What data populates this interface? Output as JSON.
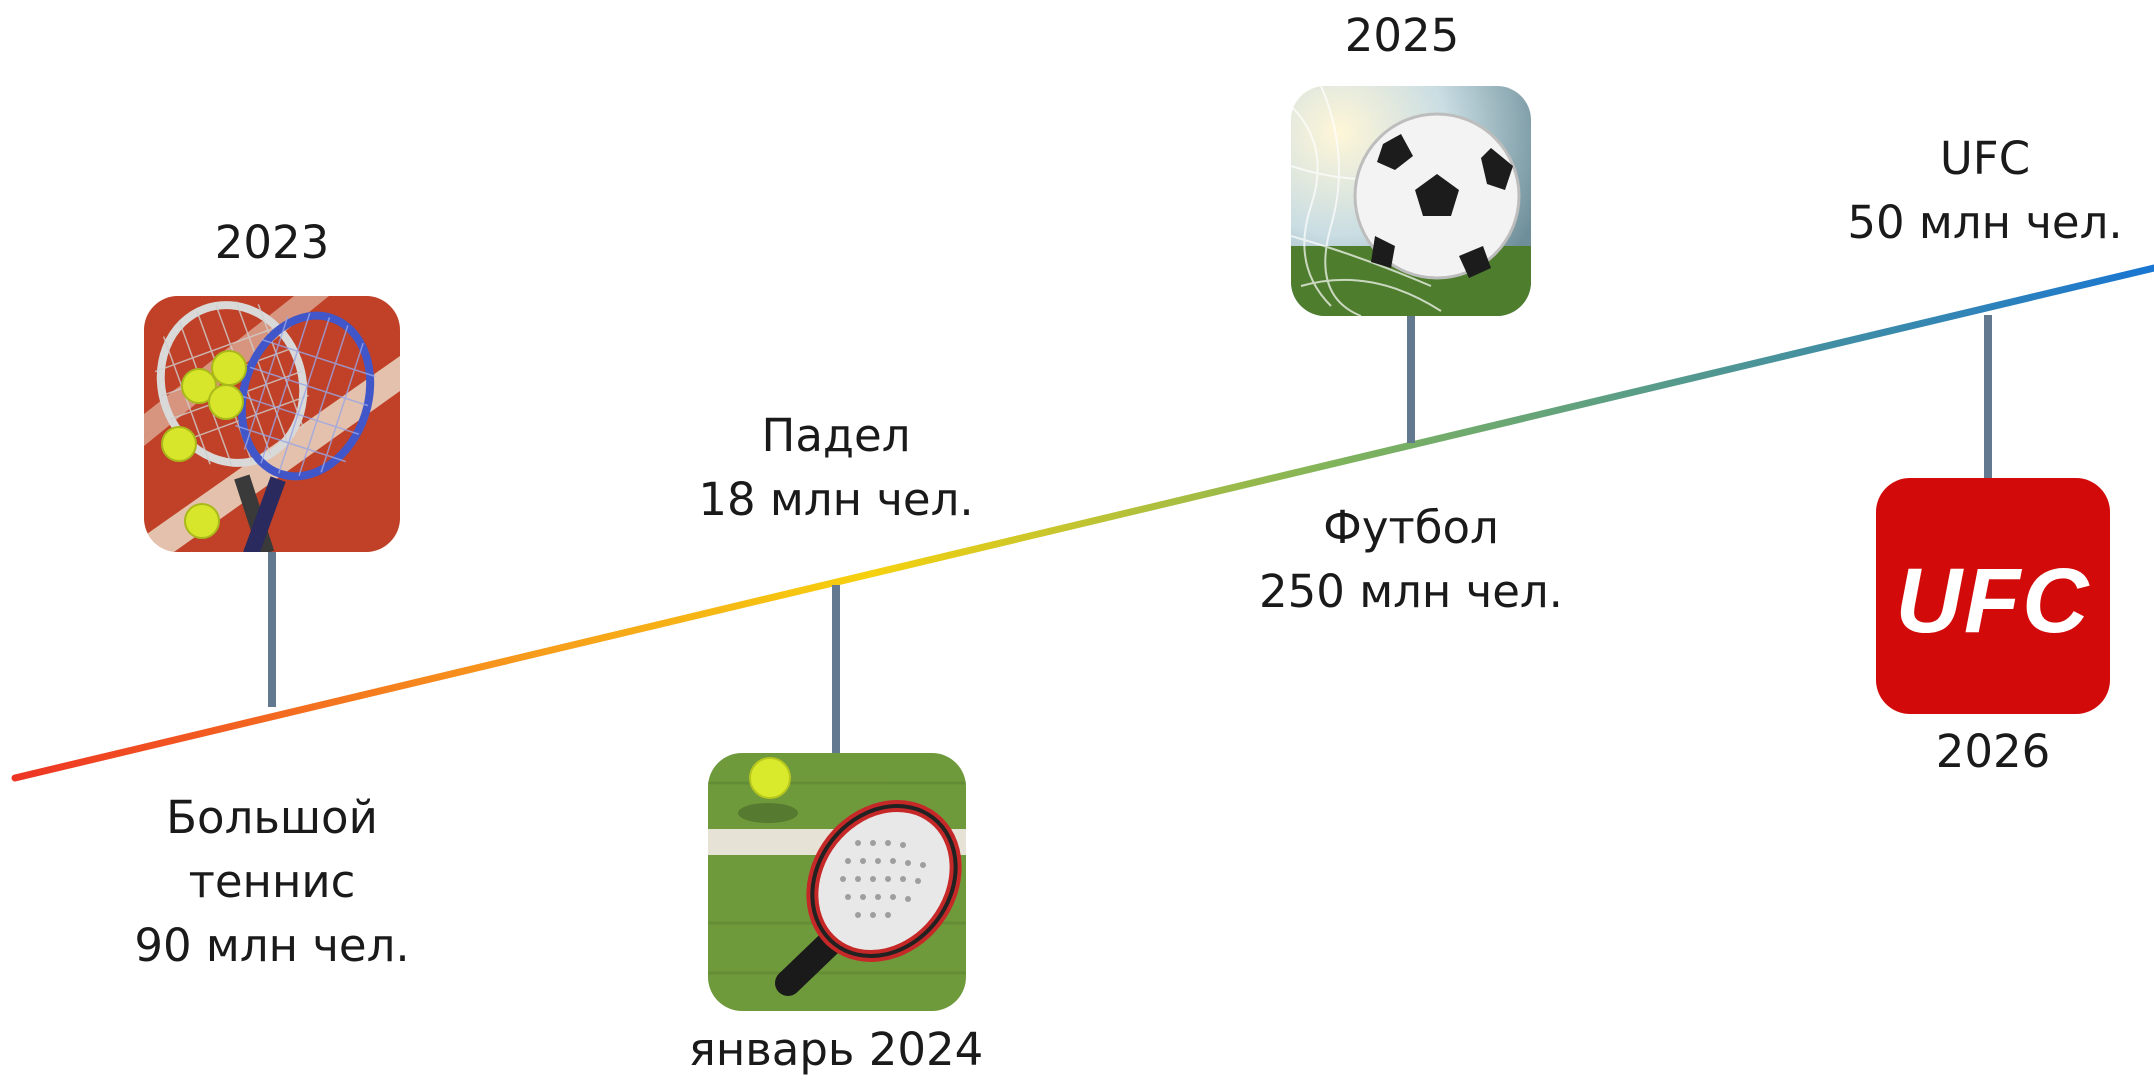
{
  "timeline": {
    "colors": {
      "start": "#ee3424",
      "orange": "#f7941d",
      "yellow": "#f6d10e",
      "green": "#7fb35c",
      "end": "#1976d2",
      "stem": "#62798f"
    }
  },
  "events": [
    {
      "id": "tennis",
      "year": "2023",
      "name_line1": "Большой",
      "name_line2": "теннис",
      "audience": "90 млн чел.",
      "icon": "tennis-rackets-icon"
    },
    {
      "id": "padel",
      "year": "январь 2024",
      "name": "Падел",
      "audience": "18 млн чел.",
      "icon": "padel-racket-icon"
    },
    {
      "id": "football",
      "year": "2025",
      "name": "Футбол",
      "audience": "250 млн чел.",
      "icon": "soccer-ball-icon"
    },
    {
      "id": "ufc",
      "year": "2026",
      "name": "UFC",
      "audience": "50 млн чел.",
      "icon": "ufc-logo-icon",
      "logo_text": "UFC",
      "logo_color": "#d20a0a"
    }
  ]
}
